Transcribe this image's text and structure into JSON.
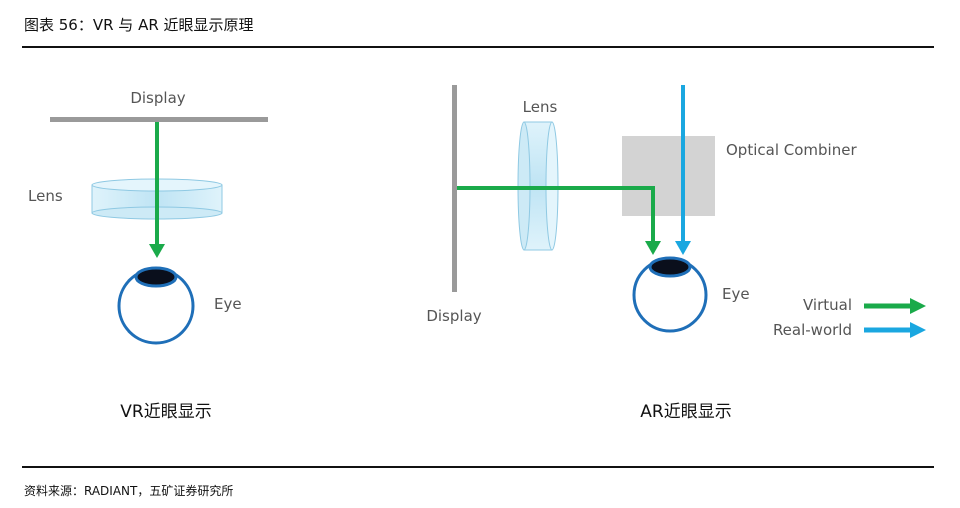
{
  "figure": {
    "title": "图表 56：VR 与 AR 近眼显示原理",
    "source": "资料来源：RADIANT，五矿证券研究所"
  },
  "vr": {
    "display_label": "Display",
    "lens_label": "Lens",
    "eye_label": "Eye",
    "caption": "VR近眼显示"
  },
  "ar": {
    "display_label": "Display",
    "lens_label": "Lens",
    "combiner_label": "Optical Combiner",
    "eye_label": "Eye",
    "caption": "AR近眼显示"
  },
  "legend": {
    "virtual_label": "Virtual",
    "real_world_label": "Real-world"
  },
  "colors": {
    "virtual": "#1aaa4a",
    "real_world": "#1aa7e0",
    "eye_outline": "#1f6fb8",
    "display_gray": "#9a9a9a",
    "lens_fill": "#cdeaf6",
    "combiner_fill": "#d3d3d3"
  }
}
